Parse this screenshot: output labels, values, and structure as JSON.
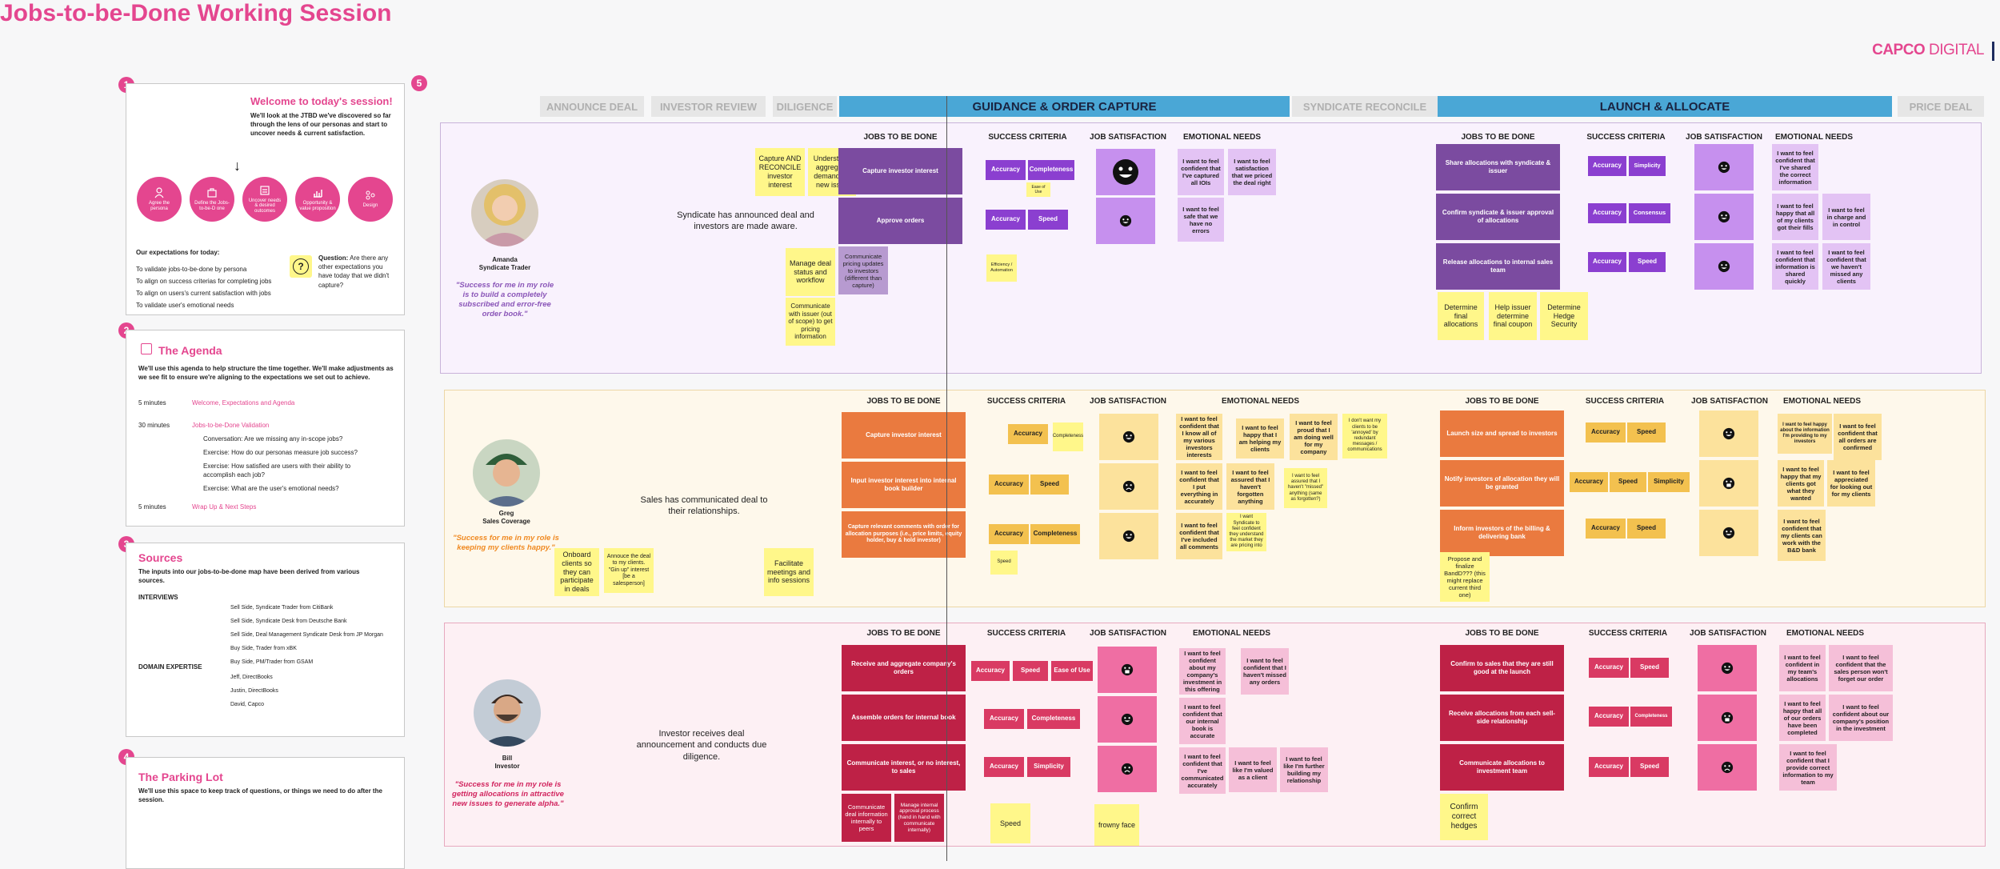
{
  "header": {
    "title": "Jobs-to-be-Done Working Session",
    "brand_main": "CAPCO",
    "brand_sub": "DIGITAL"
  },
  "section_numbers": [
    "1",
    "2",
    "3",
    "4",
    "5"
  ],
  "welcome": {
    "title": "Welcome to today's session!",
    "intro": "We'll look at the JTBD we've discovered so far through the lens of our personas and start to uncover needs & current satisfaction.",
    "circles": [
      "Agree the persona",
      "Define the Jobs-to-be-D one",
      "Uncover needs & desired outcomes",
      "Opportunity & value proposition",
      "Design"
    ],
    "expectations_heading": "Our expectations for today:",
    "expectations": [
      "To validate jobs-to-be-done by persona",
      "To align on success criterias for completing jobs",
      "To align on users's current satisfaction with jobs",
      "To validate user's emotional needs"
    ],
    "question_label": "Question:",
    "question_text": "Are there any other expectations you have today that we didn't capture?"
  },
  "agenda": {
    "title": "The Agenda",
    "intro": "We'll use this agenda to help structure the time together. We'll make adjustments as we see fit to ensure we're aligning to the expectations we set out to achieve.",
    "items": [
      {
        "time": "5 minutes",
        "label": "Welcome, Expectations and Agenda"
      },
      {
        "time": "30 minutes",
        "label": "Jobs-to-be-Done Validation"
      },
      {
        "time": "5 minutes",
        "label": "Wrap Up & Next Steps"
      }
    ],
    "subitems": [
      "Conversation: Are we missing any in-scope jobs?",
      "Exercise: How do our personas measure job success?",
      "Exercise: How satisfied are users with their ability to accomplish each job?",
      "Exercise: What are the user's emotional needs?"
    ]
  },
  "sources": {
    "title": "Sources",
    "intro": "The inputs into our jobs-to-be-done map have been derived from various sources.",
    "interviews_heading": "INTERVIEWS",
    "interviews": [
      "Sell Side, Syndicate Trader from CitiBank",
      "Sell Side, Syndicate Desk from Deutsche Bank",
      "Sell Side, Deal Management Syndicate Desk from JP Morgan",
      "Buy Side, Trader from xBK",
      "Buy Side, PM/Trader from GSAM"
    ],
    "domain_heading": "DOMAIN EXPERTISE",
    "domain": [
      "Jeff, DirectBooks",
      "Justin, DirectBooks",
      "David, Capco"
    ]
  },
  "parking": {
    "title": "The Parking Lot",
    "intro": "We'll use this space to keep track of questions, or things we need to do after the session."
  },
  "stages": [
    {
      "label": "ANNOUNCE DEAL",
      "active": false
    },
    {
      "label": "INVESTOR REVIEW",
      "active": false
    },
    {
      "label": "DILIGENCE",
      "active": false
    },
    {
      "label": "GUIDANCE & ORDER CAPTURE",
      "active": true
    },
    {
      "label": "SYNDICATE RECONCILE",
      "active": false
    },
    {
      "label": "LAUNCH & ALLOCATE",
      "active": true
    },
    {
      "label": "PRICE DEAL",
      "active": false
    }
  ],
  "columns": [
    "JOBS TO BE DONE",
    "SUCCESS CRITERIA",
    "JOB SATISFACTION",
    "EMOTIONAL NEEDS"
  ],
  "colors": {
    "accent": "#e4468f",
    "purple": "#7b4ba0",
    "orange": "#ea7a3f",
    "red": "#be2146",
    "blue": "#4aa7d6"
  },
  "lanes": [
    {
      "persona": {
        "name": "Amanda",
        "role": "Syndicate Trader",
        "quote": "\"Success for me in my role is to build a completely subscribed and error-free order book.\""
      },
      "context": "Syndicate has announced deal and investors are made aware.",
      "pre_stickies": [
        "Capture AND RECONCILE investor interest",
        "Understand aggregate demand for new issue",
        "Manage deal status and workflow",
        "Communicate with issuer (out of scope) to get pricing information"
      ],
      "g_jobs": [
        "Capture investor interest",
        "Approve orders"
      ],
      "g_job_extra": "Communicate pricing updates to investors (different than capture)",
      "g_criteria": [
        [
          "Accuracy",
          "Completeness"
        ],
        [
          "Accuracy",
          "Speed"
        ]
      ],
      "g_crit_notes": [
        "Ease of Use",
        "Efficiency / Automation"
      ],
      "g_faces": [
        "happy",
        "happy"
      ],
      "g_emotions": [
        "I want to feel confident that I've captured all IOIs",
        "I want to feel satisfaction that we priced the deal right",
        "I want to feel safe that we have no errors"
      ],
      "l_jobs": [
        "Share allocations with syndicate & issuer",
        "Confirm syndicate & issuer approval of allocations",
        "Release allocations to internal sales team"
      ],
      "l_criteria": [
        [
          "Accuracy",
          "Simplicity"
        ],
        [
          "Accuracy",
          "Consensus"
        ],
        [
          "Accuracy",
          "Speed"
        ]
      ],
      "l_faces": [
        "happy",
        "happy",
        "happy"
      ],
      "l_emotions": [
        "I want to feel confident that I've shared the correct information",
        "I want to feel happy that all of my clients got their fills",
        "I want to feel in charge and in control",
        "I want to feel confident that information is shared quickly",
        "I want to feel confident that we haven't missed any clients"
      ],
      "l_stickies": [
        "Determine final allocations",
        "Help issuer determine final coupon",
        "Determine Hedge Security"
      ]
    },
    {
      "persona": {
        "name": "Greg",
        "role": "Sales Coverage",
        "quote": "\"Success for me in my role is keeping my clients happy.\""
      },
      "context": "Sales has communicated deal to their relationships.",
      "pre_stickies": [
        "Onboard clients so they can participate in deals",
        "Annouce the deal to my clients. \"Gin up\" interest [be a salesperson]",
        "Facilitate meetings and info sessions"
      ],
      "g_jobs": [
        "Capture investor interest",
        "Input investor interest into internal book builder",
        "Capture relevant comments with order for allocation purposes (i.e., price limits, equity holder, buy & hold investor)"
      ],
      "g_criteria": [
        [
          "Accuracy"
        ],
        [
          "Accuracy",
          "Speed"
        ],
        [
          "Accuracy",
          "Completeness"
        ]
      ],
      "g_crit_notes": [
        "Completeness",
        "Speed"
      ],
      "g_faces": [
        "happy",
        "sad",
        "happy"
      ],
      "g_emotions": [
        "I want to feel confident that I know all of my various investors interests",
        "I want to feel happy that I am helping my clients",
        "I want to feel proud that I am doing well for my company",
        "I don't want my clients to be 'annoyed' by redundant messages / communications",
        "I want to feel confident that I put everything in accurately",
        "I want to feel assured that I haven't forgotten anything",
        "I want to feel assured that I haven't \"missed\" anything (same as forgotten?)",
        "I want to feel confident that I've included all comments",
        "I want Syndicate to feel confident they understand the market they are pricing into"
      ],
      "l_jobs": [
        "Launch size and spread to investors",
        "Notify investors of allocation they will be granted",
        "Inform investors of the billing & delivering bank"
      ],
      "l_criteria": [
        [
          "Accuracy",
          "Speed"
        ],
        [
          "Accuracy",
          "Speed",
          "Simplicity"
        ],
        [
          "Accuracy",
          "Speed"
        ]
      ],
      "l_faces": [
        "happy",
        "shock",
        "happy"
      ],
      "l_emotions": [
        "I want to feel happy about the information I'm providing to my investors",
        "I want to feel confident that all orders are confirmed",
        "I want to feel happy that my clients got what they wanted",
        "I want to feel appreciated for looking out for my clients",
        "I want to feel confident that my clients can work with the B&D bank"
      ],
      "l_stickies": [
        "Propose and finalize BandD??? (this might replace current third one)"
      ]
    },
    {
      "persona": {
        "name": "Bill",
        "role": "Investor",
        "quote": "\"Success for me in my role is getting allocations in attractive new issues to generate alpha.\""
      },
      "context": "Investor receives deal announcement and conducts due diligence.",
      "pre_stickies": [],
      "g_jobs": [
        "Receive and aggregate company's orders",
        "Assemble orders for internal book",
        "Communicate interest, or no interest, to sales"
      ],
      "g_job_extras": [
        "Communicate deal information internally to peers",
        "Manage internal approval process (hand in hand with communicate internally)"
      ],
      "g_criteria": [
        [
          "Accuracy",
          "Speed",
          "Ease of Use"
        ],
        [
          "Accuracy",
          "Completeness"
        ],
        [
          "Accuracy",
          "Simplicity"
        ]
      ],
      "g_crit_notes": [
        "Speed"
      ],
      "g_faces": [
        "shock",
        "happy",
        "sad"
      ],
      "g_face_note": "frowny face",
      "g_emotions": [
        "I want to feel confident about my company's investment in this offering",
        "I want to feel confident that I haven't missed any orders",
        "I want to feel confident that our internal book is accurate",
        "I want to feel confident that I've communicated accurately",
        "I want to feel like I'm valued as a client",
        "I want to feel like I'm further building my relationship"
      ],
      "l_jobs": [
        "Confirm to sales that they are still good at the launch",
        "Receive allocations from each sell-side relationship",
        "Communicate allocations to investment team"
      ],
      "l_criteria": [
        [
          "Accuracy",
          "Speed"
        ],
        [
          "Accuracy",
          "Completeness"
        ],
        [
          "Accuracy",
          "Speed"
        ]
      ],
      "l_faces": [
        "happy",
        "shock",
        "sad"
      ],
      "l_emotions": [
        "I want to feel confident in my team's allocations",
        "I want to feel confident that the sales person won't forget our order",
        "I want to feel happy that all of our orders have been completed",
        "I want to feel confident about our company's position in the investment",
        "I want to feel confident that I provide correct information to my team"
      ],
      "l_stickies": [
        "Confirm correct hedges"
      ]
    }
  ]
}
